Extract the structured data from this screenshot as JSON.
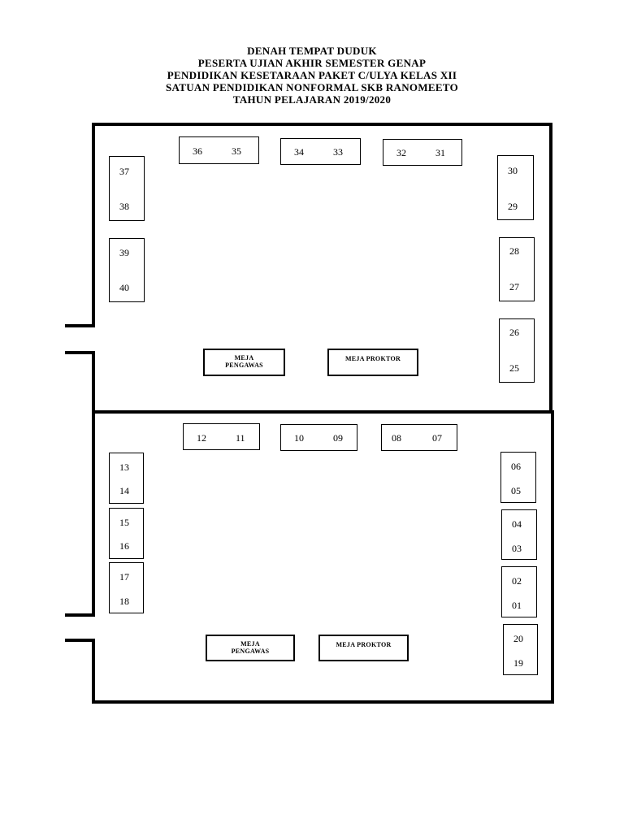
{
  "title_lines": [
    "DENAH TEMPAT DUDUK",
    "PESERTA UJIAN AKHIR SEMESTER GENAP",
    "PENDIDIKAN KESETARAAN PAKET C/ULYA KELAS XII",
    "SATUAN PENDIDIKAN NONFORMAL SKB RANOMEETO",
    "TAHUN PELAJARAN 2019/2020"
  ],
  "room1": {
    "top_desks": [
      [
        "36",
        "35"
      ],
      [
        "34",
        "33"
      ],
      [
        "32",
        "31"
      ]
    ],
    "left_desks": [
      [
        "37",
        "38"
      ],
      [
        "39",
        "40"
      ]
    ],
    "right_desks": [
      [
        "30",
        "29"
      ],
      [
        "28",
        "27"
      ],
      [
        "26",
        "25"
      ]
    ],
    "pengawas": [
      "MEJA",
      "PENGAWAS"
    ],
    "proktor": "MEJA PROKTOR"
  },
  "room2": {
    "top_desks": [
      [
        "12",
        "11"
      ],
      [
        "10",
        "09"
      ],
      [
        "08",
        "07"
      ]
    ],
    "left_desks": [
      [
        "13",
        "14"
      ],
      [
        "15",
        "16"
      ],
      [
        "17",
        "18"
      ]
    ],
    "right_desks": [
      [
        "06",
        "05"
      ],
      [
        "04",
        "03"
      ],
      [
        "02",
        "01"
      ],
      [
        "20",
        "19"
      ]
    ],
    "pengawas": [
      "MEJA",
      "PENGAWAS"
    ],
    "proktor": "MEJA PROKTOR"
  }
}
